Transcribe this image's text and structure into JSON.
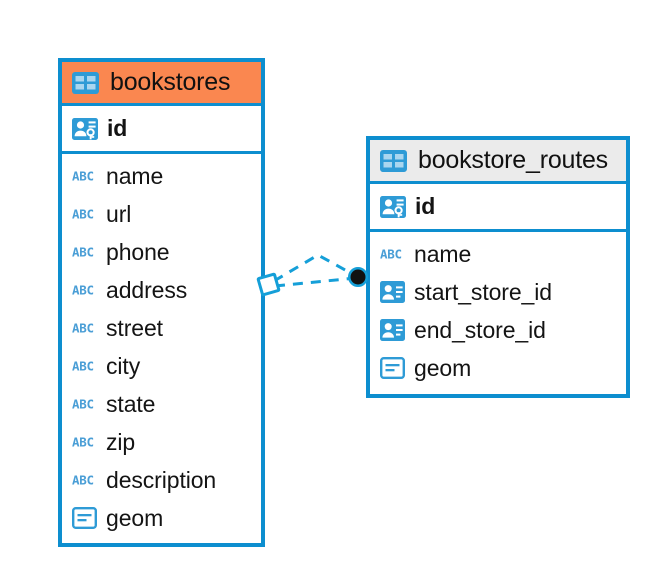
{
  "diagram": {
    "type": "entity-relationship-diagram",
    "background_color": "#ffffff",
    "entity_border_color": "#0d8ecf",
    "relationship_line_color": "#159fd8"
  },
  "entities": [
    {
      "name": "bookstores",
      "header_color": "#fa8750",
      "icon": "table-icon",
      "primary_key": {
        "name": "id",
        "icon": "primary-key-icon",
        "type_hint": "key"
      },
      "fields": [
        {
          "name": "name",
          "icon": "text-field-icon",
          "icon_label": "ABC"
        },
        {
          "name": "url",
          "icon": "text-field-icon",
          "icon_label": "ABC"
        },
        {
          "name": "phone",
          "icon": "text-field-icon",
          "icon_label": "ABC"
        },
        {
          "name": "address",
          "icon": "text-field-icon",
          "icon_label": "ABC"
        },
        {
          "name": "street",
          "icon": "text-field-icon",
          "icon_label": "ABC"
        },
        {
          "name": "city",
          "icon": "text-field-icon",
          "icon_label": "ABC"
        },
        {
          "name": "state",
          "icon": "text-field-icon",
          "icon_label": "ABC"
        },
        {
          "name": "zip",
          "icon": "text-field-icon",
          "icon_label": "ABC"
        },
        {
          "name": "description",
          "icon": "text-field-icon",
          "icon_label": "ABC"
        },
        {
          "name": "geom",
          "icon": "geometry-field-icon",
          "icon_label": ""
        }
      ]
    },
    {
      "name": "bookstore_routes",
      "header_color": "#ebebeb",
      "icon": "table-icon",
      "primary_key": {
        "name": "id",
        "icon": "primary-key-icon",
        "type_hint": "key"
      },
      "fields": [
        {
          "name": "name",
          "icon": "text-field-icon",
          "icon_label": "ABC"
        },
        {
          "name": "start_store_id",
          "icon": "foreign-key-icon",
          "icon_label": ""
        },
        {
          "name": "end_store_id",
          "icon": "foreign-key-icon",
          "icon_label": ""
        },
        {
          "name": "geom",
          "icon": "geometry-field-icon",
          "icon_label": ""
        }
      ]
    }
  ],
  "relationships": [
    {
      "from_entity": "bookstores",
      "to_entity": "bookstore_routes",
      "from_marker": "diamond-outline",
      "to_marker": "filled-circle",
      "line_style": "dashed",
      "line_color": "#159fd8"
    }
  ]
}
